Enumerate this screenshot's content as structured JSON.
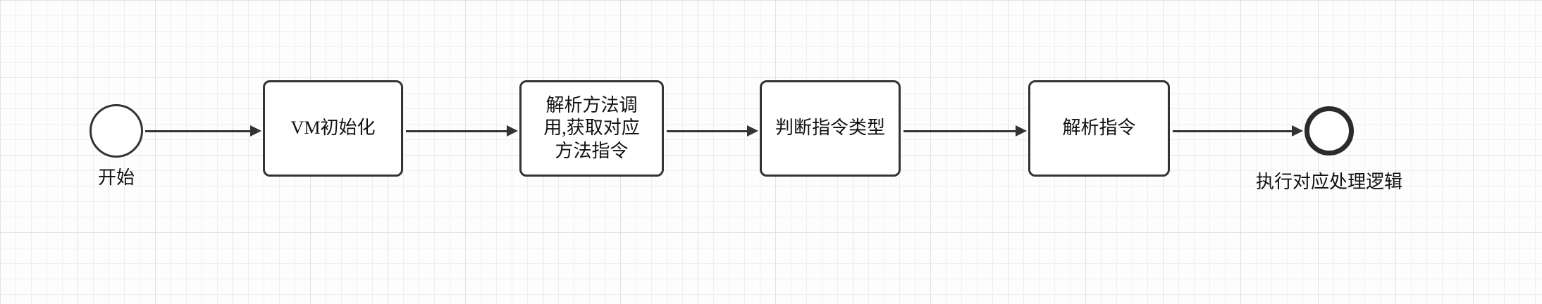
{
  "diagram": {
    "type": "flowchart",
    "direction": "left-to-right",
    "nodes": [
      {
        "id": "start",
        "type": "start-circle",
        "label": "开始"
      },
      {
        "id": "vm-init",
        "type": "process",
        "label": "VM初始化"
      },
      {
        "id": "parse-method-call",
        "type": "process",
        "label": "解析方法调用,获取对应方法指令"
      },
      {
        "id": "judge-instruction-type",
        "type": "process",
        "label": "判断指令类型"
      },
      {
        "id": "parse-instruction",
        "type": "process",
        "label": "解析指令"
      },
      {
        "id": "end",
        "type": "end-circle",
        "label": "执行对应处理逻辑"
      }
    ],
    "edges": [
      {
        "from": "start",
        "to": "vm-init"
      },
      {
        "from": "vm-init",
        "to": "parse-method-call"
      },
      {
        "from": "parse-method-call",
        "to": "judge-instruction-type"
      },
      {
        "from": "judge-instruction-type",
        "to": "parse-instruction"
      },
      {
        "from": "parse-instruction",
        "to": "end"
      }
    ],
    "colors": {
      "node_border": "#333333",
      "node_fill": "#ffffff",
      "text": "#111111",
      "arrow": "#333333",
      "grid_line": "#e2e2e2",
      "background": "#fdfdfd"
    }
  }
}
